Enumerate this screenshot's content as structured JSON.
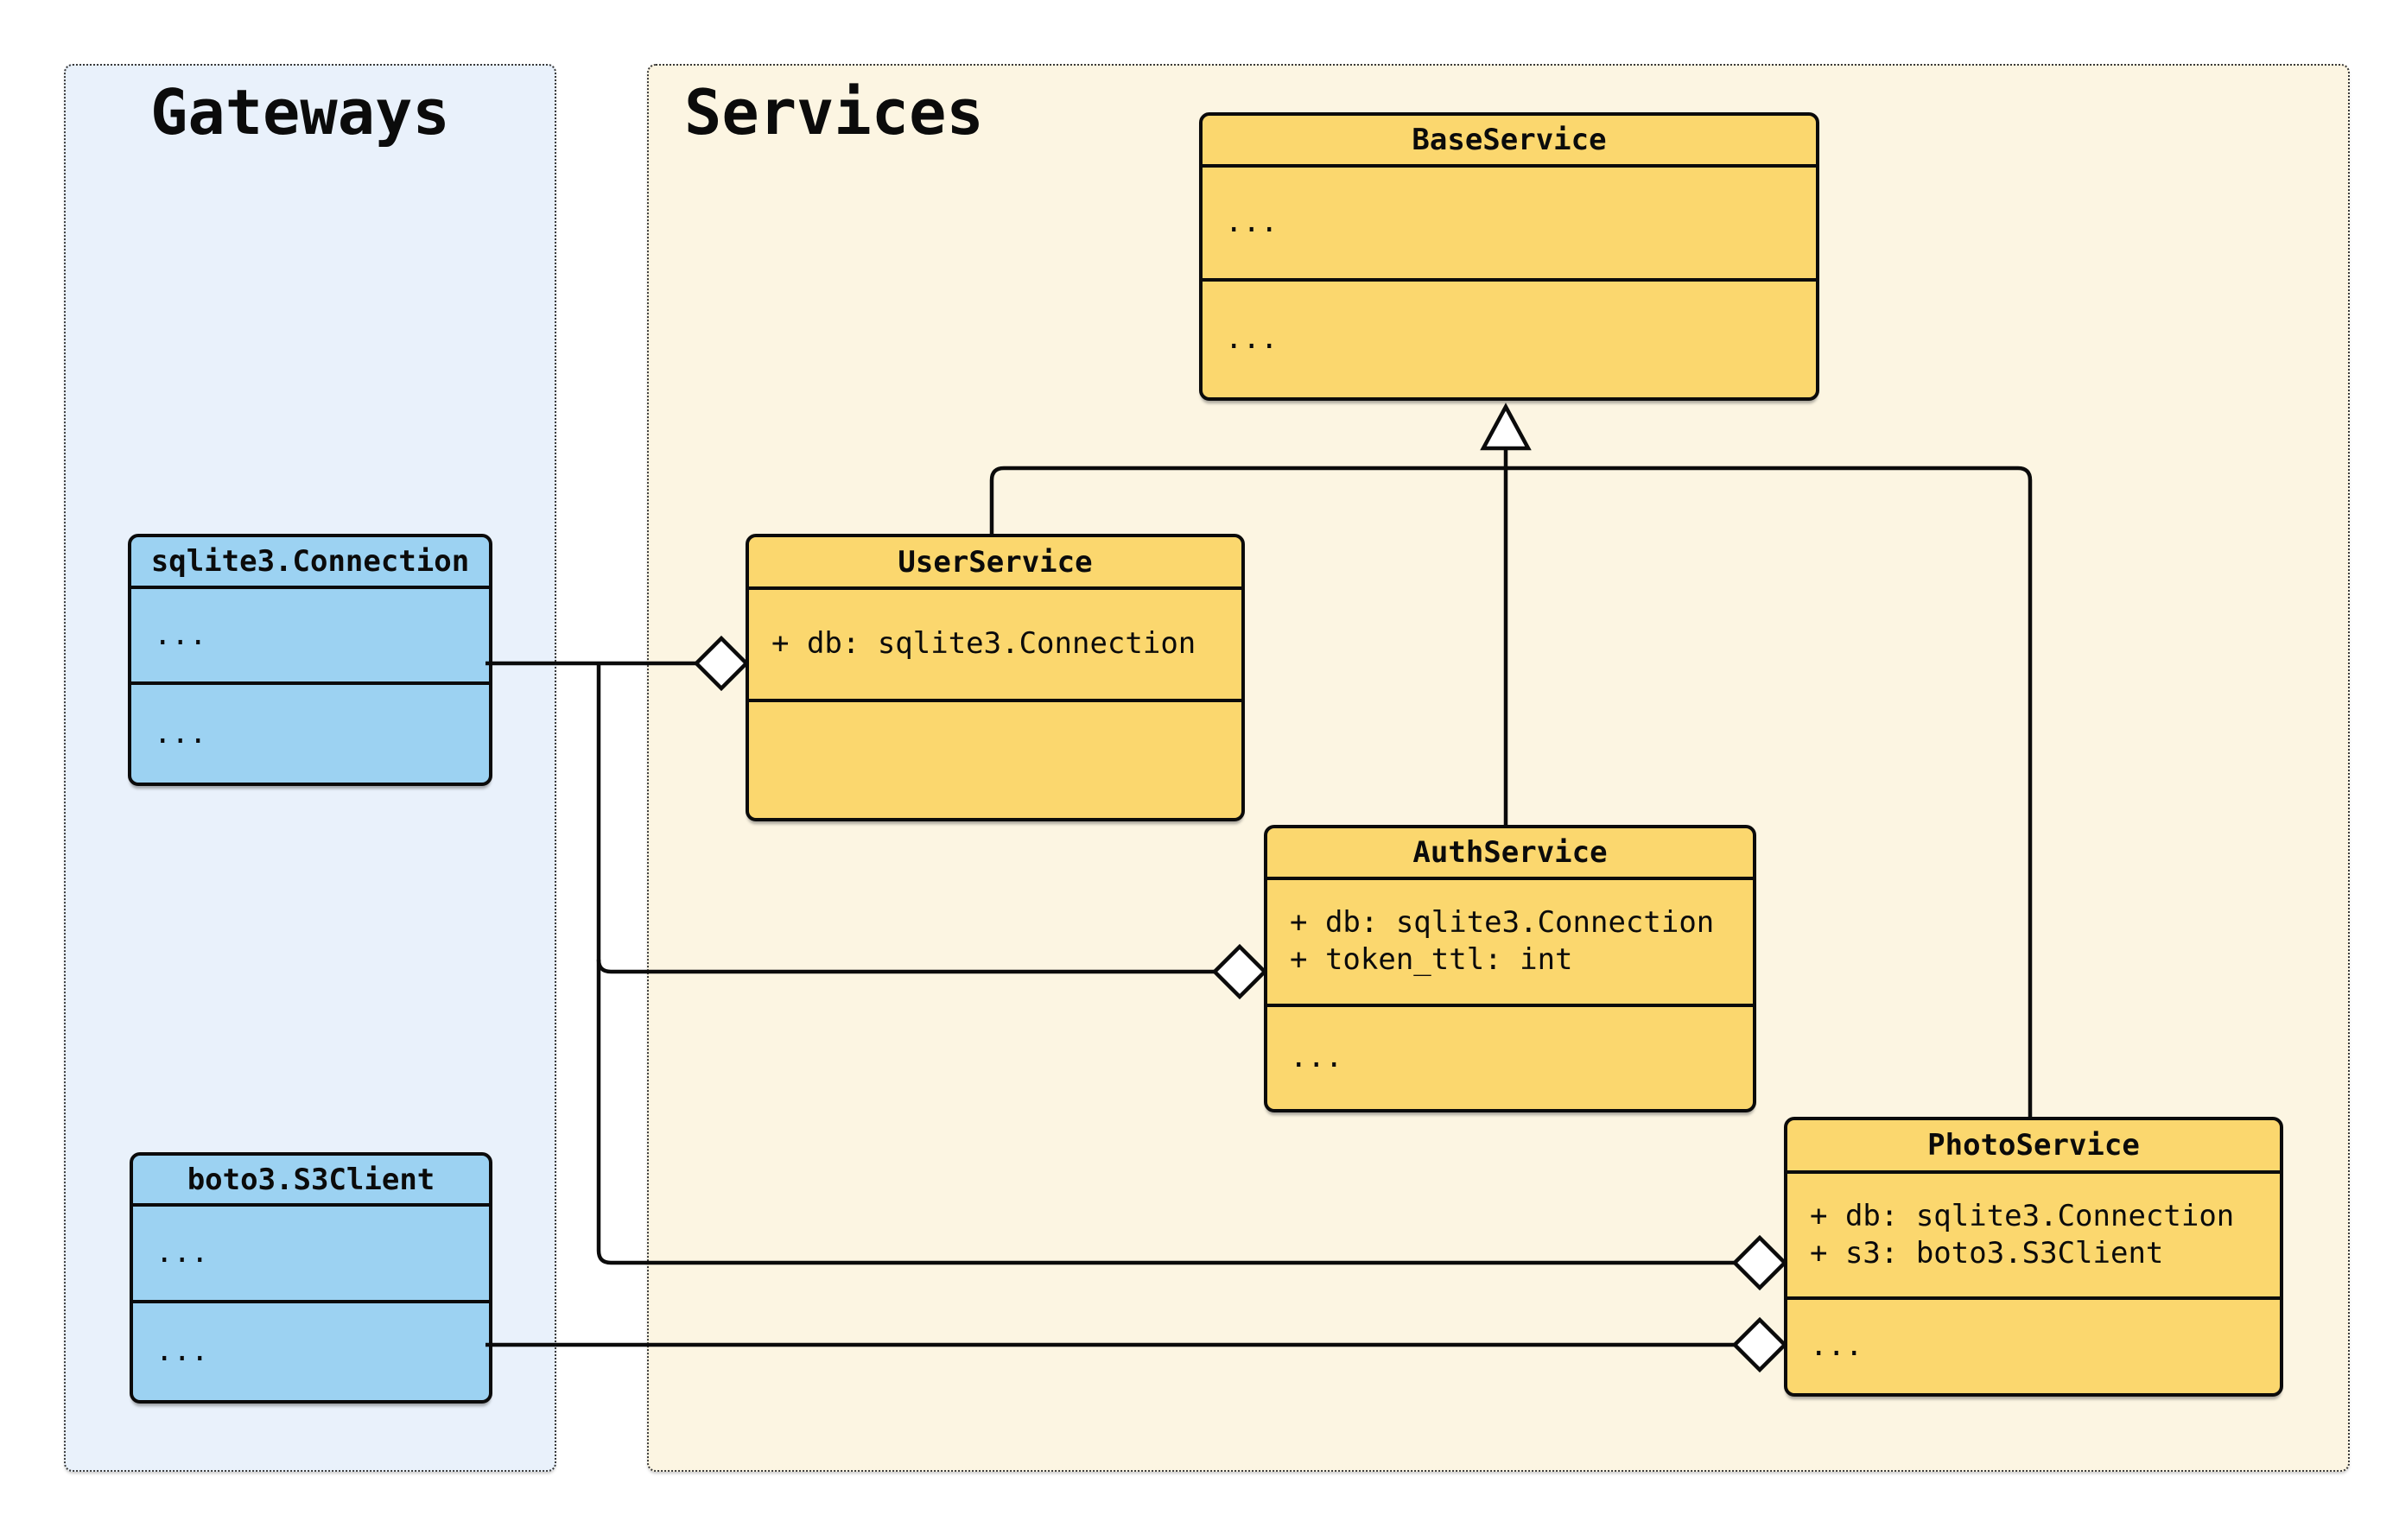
{
  "diagram": {
    "kind": "uml-class-diagram",
    "groups": [
      {
        "label": "Gateways"
      },
      {
        "label": "Services"
      }
    ],
    "classes": [
      {
        "name": "sqlite3.Connection",
        "group": "Gateways",
        "attributes": [
          "..."
        ],
        "methods": [
          "..."
        ]
      },
      {
        "name": "boto3.S3Client",
        "group": "Gateways",
        "attributes": [
          "..."
        ],
        "methods": [
          "..."
        ]
      },
      {
        "name": "BaseService",
        "group": "Services",
        "attributes": [
          "..."
        ],
        "methods": [
          "..."
        ]
      },
      {
        "name": "UserService",
        "group": "Services",
        "attributes": [
          "+ db: sqlite3.Connection"
        ],
        "methods": []
      },
      {
        "name": "AuthService",
        "group": "Services",
        "attributes": [
          "+ db: sqlite3.Connection",
          "+ token_ttl: int"
        ],
        "methods": [
          "..."
        ]
      },
      {
        "name": "PhotoService",
        "group": "Services",
        "attributes": [
          "+ db: sqlite3.Connection",
          "+ s3: boto3.S3Client"
        ],
        "methods": [
          "..."
        ]
      }
    ],
    "relationships": [
      {
        "type": "inheritance",
        "from": "UserService",
        "to": "BaseService"
      },
      {
        "type": "inheritance",
        "from": "AuthService",
        "to": "BaseService"
      },
      {
        "type": "inheritance",
        "from": "PhotoService",
        "to": "BaseService"
      },
      {
        "type": "aggregation",
        "from": "sqlite3.Connection",
        "to": "UserService"
      },
      {
        "type": "aggregation",
        "from": "sqlite3.Connection",
        "to": "AuthService"
      },
      {
        "type": "aggregation",
        "from": "sqlite3.Connection",
        "to": "PhotoService"
      },
      {
        "type": "aggregation",
        "from": "boto3.S3Client",
        "to": "PhotoService"
      }
    ],
    "colors": {
      "service_box_fill": "#fbd76e",
      "gateway_box_fill": "#9cd2f2",
      "services_panel_fill": "#fcf5e2",
      "gateways_panel_fill": "#e9f1fb",
      "line": "#0b0b0b",
      "marker_fill": "#ffffff"
    }
  }
}
